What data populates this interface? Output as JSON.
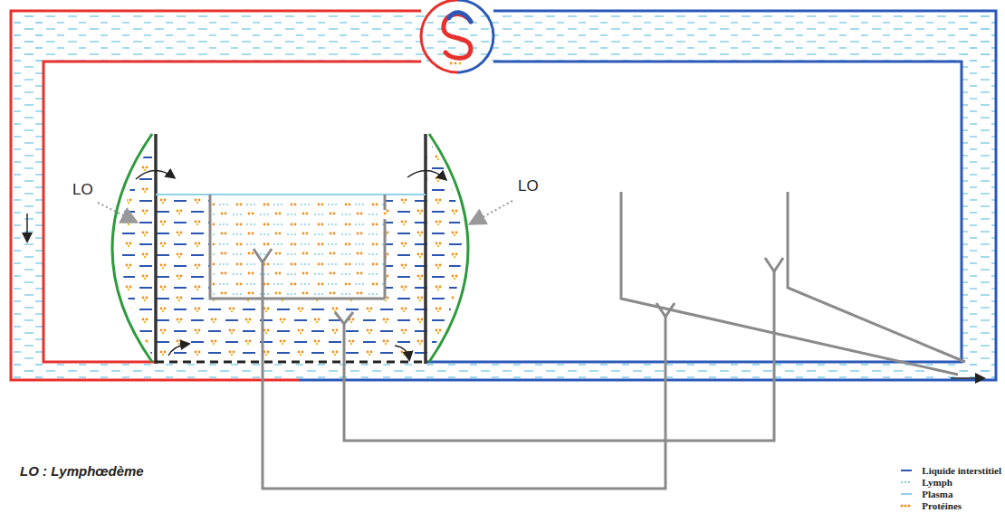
{
  "diagram": {
    "labels": [
      "LO",
      "LO",
      "LO : Lymphœdème"
    ],
    "legend": [
      {
        "text": "Liquide interstitiel",
        "color": "#2a55b0"
      },
      {
        "text": "Lymph",
        "color": "#7fcde6"
      },
      {
        "text": "Plasma",
        "color": "#8fd2ea"
      },
      {
        "text": "Protéines",
        "color": "#f0901e"
      }
    ]
  }
}
